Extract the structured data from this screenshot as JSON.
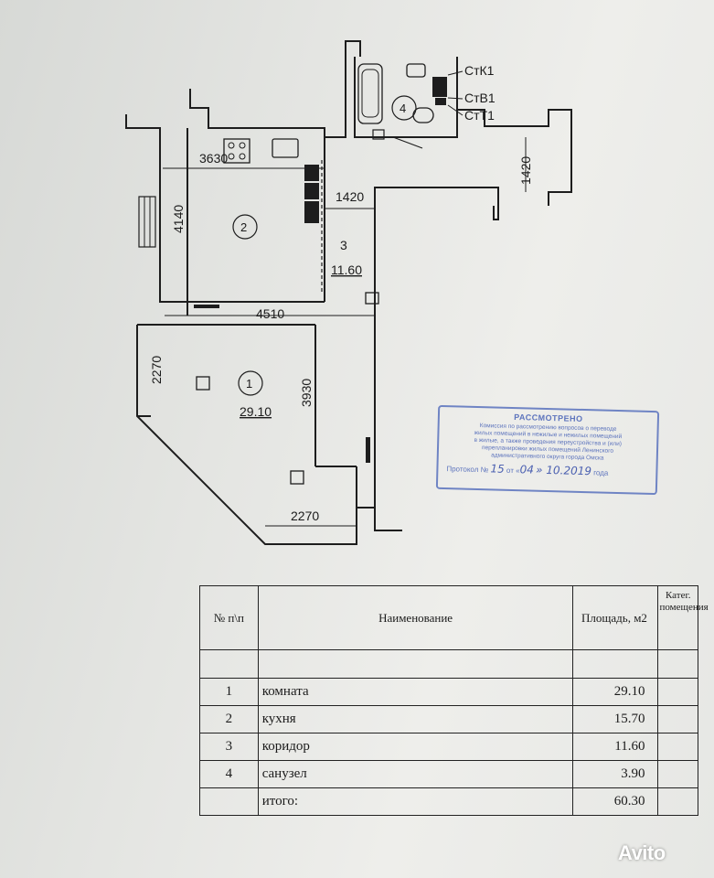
{
  "plan": {
    "dimensions": {
      "kitchen_width": "3630",
      "kitchen_depth": "4140",
      "corridor_width": "1420",
      "right_passage": "1420",
      "room_width": "4510",
      "room_left_wall": "2270",
      "room_depth": "3930",
      "room_bottom_wall": "2270"
    },
    "rooms": [
      {
        "number": "1",
        "area": "29.10"
      },
      {
        "number": "2",
        "area": ""
      },
      {
        "number": "3",
        "area": "11.60"
      },
      {
        "number": "4",
        "area": ""
      }
    ],
    "risers": [
      "СтК1",
      "СтВ1",
      "СтТ1"
    ]
  },
  "stamp": {
    "title": "РАССМОТРЕНО",
    "lines": [
      "Комиссия по рассмотрению вопросов о переводе",
      "жилых помещений в нежилые и нежилых помещений",
      "в жилые, а также проведения переустройства и (или)",
      "перепланировки жилых помещений Ленинского",
      "административного округа города Омска"
    ],
    "protocol_label": "Протокол №",
    "protocol_number": "15",
    "from_label": "от «",
    "day": "04",
    "date_rest": "» 10.2019",
    "year_suffix": "года"
  },
  "table": {
    "headers": [
      "№ п\\п",
      "Наименование",
      "Площадь, м2",
      "Катег. помещения"
    ],
    "rows": [
      {
        "num": "1",
        "name": "комната",
        "area": "29.10",
        "cat": ""
      },
      {
        "num": "2",
        "name": "кухня",
        "area": "15.70",
        "cat": ""
      },
      {
        "num": "3",
        "name": "коридор",
        "area": "11.60",
        "cat": ""
      },
      {
        "num": "4",
        "name": "санузел",
        "area": "3.90",
        "cat": ""
      }
    ],
    "total_label": "итого:",
    "total_area": "60.30"
  },
  "watermark": "Avito"
}
